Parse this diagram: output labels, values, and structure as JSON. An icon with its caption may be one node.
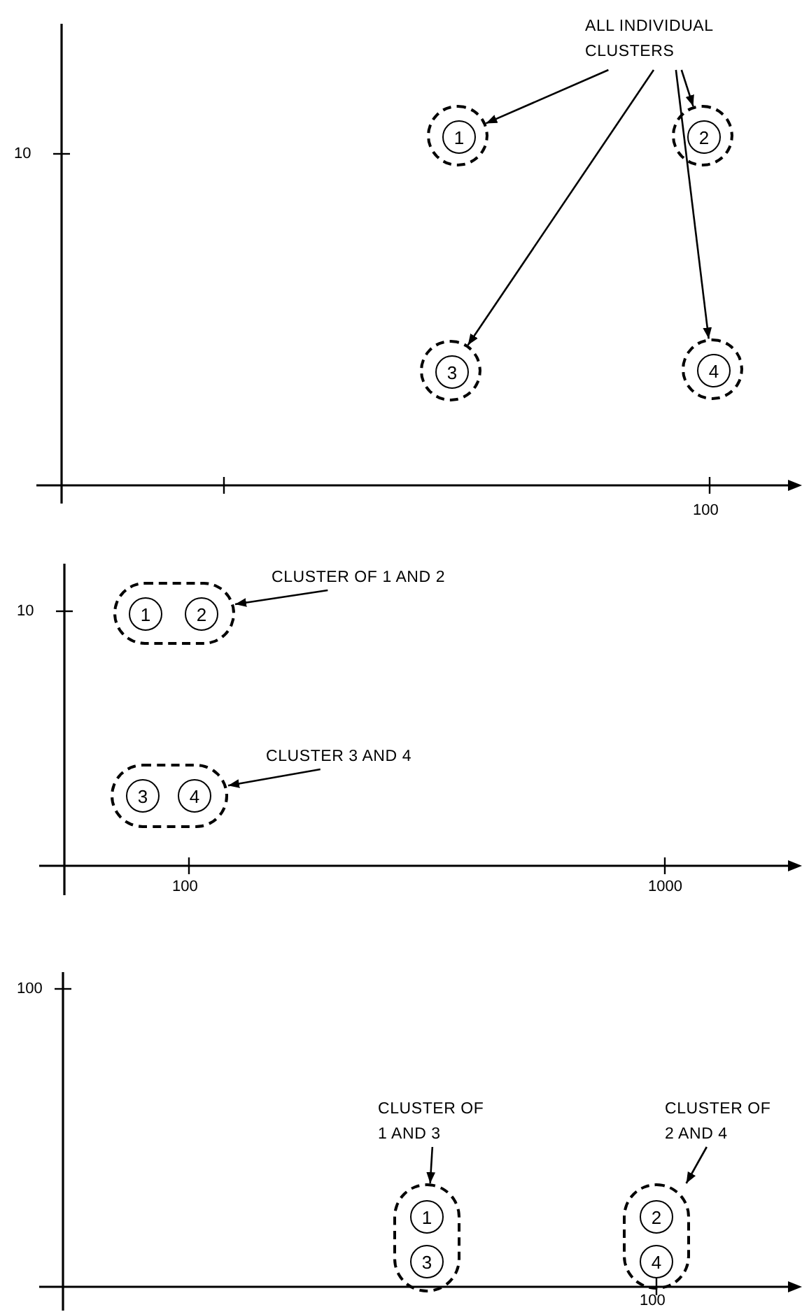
{
  "diagram": {
    "nodes": [
      {
        "text": [
          "ALL INDIVIDUAL CLUSTERS"
        ]
      },
      {
        "text": [],
        "shape": "circle"
      },
      {
        "text": [
          "1"
        ],
        "in": 1
      },
      {
        "text": [],
        "shape": "circle"
      },
      {
        "text": [
          "2"
        ],
        "in": 3
      },
      {
        "text": [],
        "shape": "circle"
      },
      {
        "text": [
          "3"
        ],
        "in": 5
      },
      {
        "text": [],
        "shape": "circle"
      },
      {
        "text": [
          "4"
        ],
        "in": 7
      },
      {
        "text": [
          "CLUSTER OF 1 AND 2"
        ]
      },
      {
        "text": [],
        "shape": "box"
      },
      {
        "text": [
          "1"
        ],
        "in": 10
      },
      {
        "text": [
          "2"
        ],
        "in": 10
      },
      {
        "text": [
          "CLUSTER 3 AND 4"
        ]
      },
      {
        "text": [],
        "shape": "box"
      },
      {
        "text": [
          "3"
        ],
        "in": 14
      },
      {
        "text": [
          "4"
        ],
        "in": 14
      },
      {
        "text": [
          "CLUSTER OF 1 AND 3"
        ]
      },
      {
        "text": [],
        "shape": "box"
      },
      {
        "text": [
          "1"
        ],
        "in": 18
      },
      {
        "text": [
          "3"
        ],
        "in": 18
      },
      {
        "text": [
          "CLUSTER OF 2 AND 4"
        ]
      },
      {
        "text": [],
        "shape": "box"
      },
      {
        "text": [
          "2"
        ],
        "in": 22
      },
      {
        "text": [
          "4"
        ],
        "in": 22
      }
    ],
    "edges": [
      {
        "from": 0,
        "to": 1,
        "arrow": "to"
      },
      {
        "from": 0,
        "to": 3,
        "arrow": "to"
      },
      {
        "from": 0,
        "to": 5,
        "arrow": "to"
      },
      {
        "from": 0,
        "to": 7,
        "arrow": "to"
      },
      {
        "from": 9,
        "to": 10,
        "arrow": "to"
      },
      {
        "from": 13,
        "to": 14,
        "arrow": "to"
      },
      {
        "from": 17,
        "to": 18,
        "arrow": "to"
      },
      {
        "from": 21,
        "to": 22,
        "arrow": "to"
      }
    ],
    "labels": [
      "10",
      "100",
      "10",
      "100",
      "1000",
      "100",
      "100"
    ]
  }
}
